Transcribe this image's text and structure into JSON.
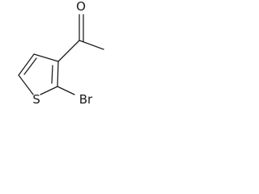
{
  "molecule": {
    "atoms": {
      "oxygen": "O",
      "sulfur": "S",
      "bromine": "Br"
    }
  },
  "colors": {
    "ink": "#1a1a1a",
    "background": "#ffffff"
  }
}
